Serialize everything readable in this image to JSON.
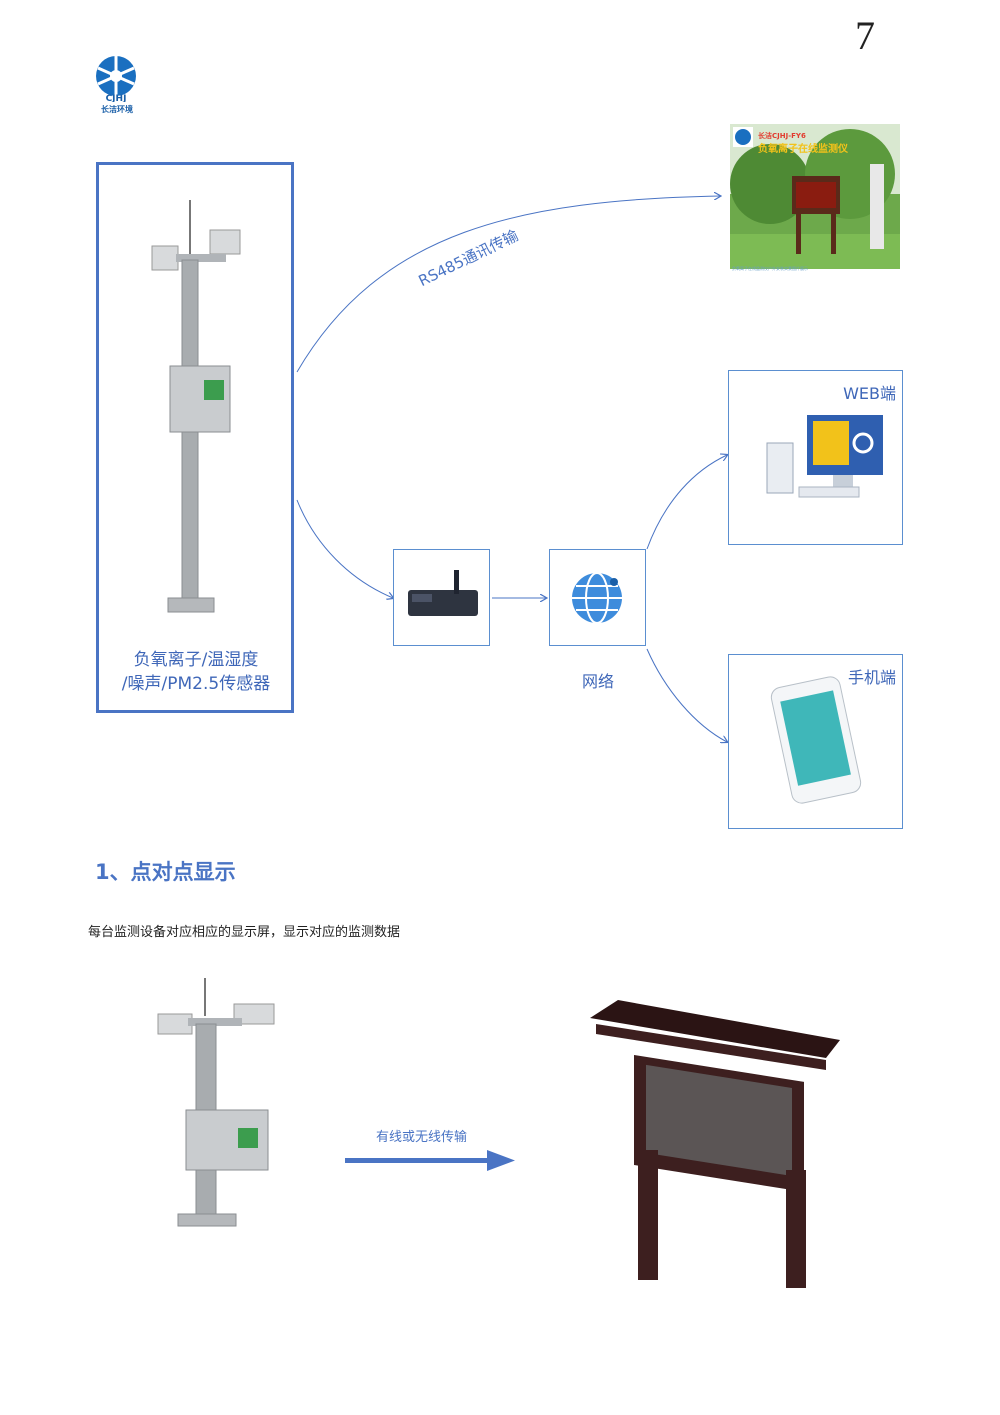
{
  "page_number": "7",
  "logo": {
    "abbr": "CJHJ",
    "name": "长洁环境"
  },
  "topology": {
    "sensor_caption_line1": "负氧离子/温湿度",
    "sensor_caption_line2": "/噪声/PM2.5传感器",
    "rs485_label": "RS485通讯传输",
    "display_photo": {
      "brand_line": "长洁CJHJ-FY6",
      "title_line": "负氧离子在线监测仪",
      "caption": "负氧离子在线监测仪户外安装实景图片展示"
    },
    "network_label": "网络",
    "web_label": "WEB端",
    "mobile_label": "手机端"
  },
  "section1": {
    "title": "1、点对点显示",
    "description": "每台监测设备对应相应的显示屏，显示对应的监测数据",
    "transfer_label": "有线或无线传输"
  },
  "colors": {
    "accent_blue": "#4a74c4",
    "box_blue": "#5b8fd0",
    "pole_gray": "#a8acaf",
    "board_brown": "#3d1f1f"
  }
}
